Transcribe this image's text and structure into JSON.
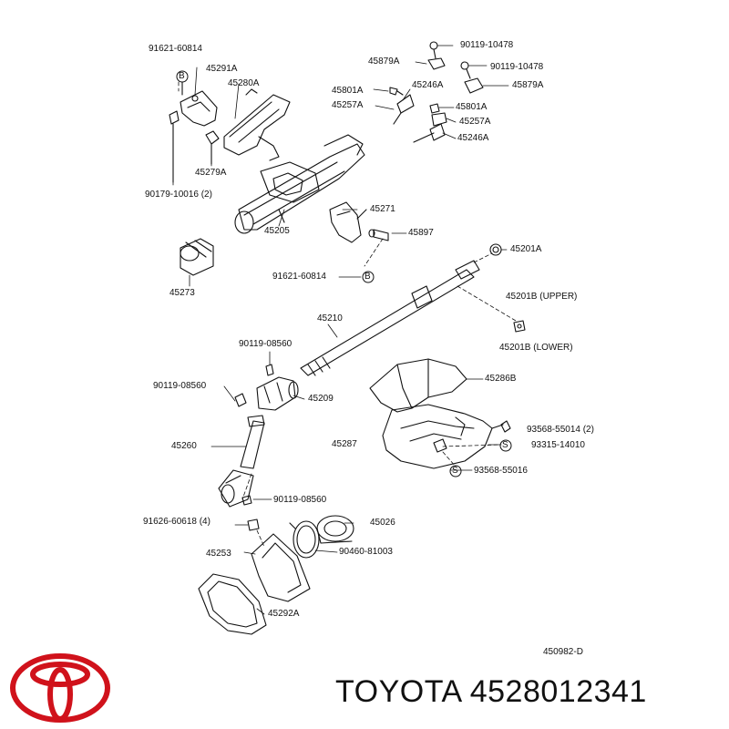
{
  "labels": {
    "p91621_60814_top": "91621-60814",
    "p45291A": "45291A",
    "p45280A": "45280A",
    "p45279A": "45279A",
    "p90179_10016": "90179-10016 (2)",
    "p90119_10478_a": "90119-10478",
    "p45879A_a": "45879A",
    "p90119_10478_b": "90119-10478",
    "p45879A_b": "45879A",
    "p45801A_a": "45801A",
    "p45246A_a": "45246A",
    "p45257A_a": "45257A",
    "p45801A_b": "45801A",
    "p45257A_b": "45257A",
    "p45246A_b": "45246A",
    "p45271": "45271",
    "p45205": "45205",
    "p45897": "45897",
    "p45273": "45273",
    "p91621_60814_bot": "91621-60814",
    "p45201A": "45201A",
    "p45201B_upper": "45201B (UPPER)",
    "p45201B_lower": "45201B (LOWER)",
    "p45210": "45210",
    "p90119_08560_a": "90119-08560",
    "p90119_08560_b": "90119-08560",
    "p45209": "45209",
    "p45286B": "45286B",
    "p93568_55014": "93568-55014 (2)",
    "p45287": "45287",
    "p93315_14010": "93315-14010",
    "p45260": "45260",
    "p93568_55016": "93568-55016",
    "p90119_08560_c": "90119-08560",
    "p91626_60618": "91626-60618 (4)",
    "p45026": "45026",
    "p45253": "45253",
    "p90460_81003": "90460-81003",
    "p45292A": "45292A",
    "p450982_D": "450982-D"
  },
  "callouts": {
    "b_top": "B",
    "b_bottom": "B",
    "s_a": "S",
    "s_b": "S"
  },
  "footer": {
    "brand": "TOYOTA",
    "part_number": "4528012341",
    "brand_color": "#d0121b"
  }
}
